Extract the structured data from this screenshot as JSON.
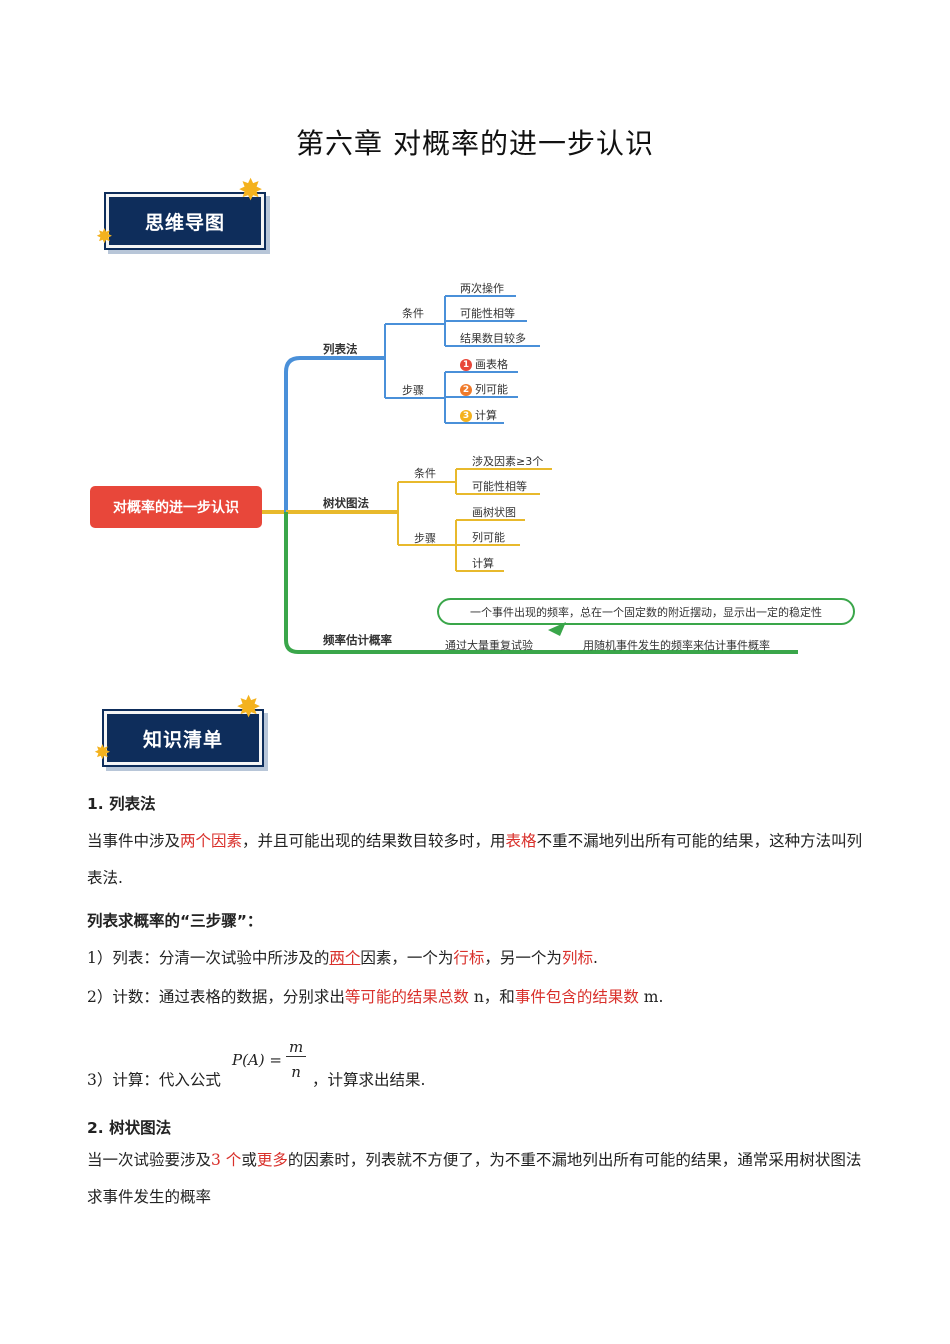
{
  "title": "第六章  对概率的进一步认识",
  "badges": {
    "mindmap": "思维导图",
    "knowledge": "知识清单"
  },
  "mindmap": {
    "root": "对概率的进一步认识",
    "branch1": {
      "label": "列表法",
      "cond_label": "条件",
      "conds": [
        "两次操作",
        "可能性相等",
        "结果数目较多"
      ],
      "steps_label": "步骤",
      "steps": [
        {
          "num": "1",
          "text": "画表格"
        },
        {
          "num": "2",
          "text": "列可能"
        },
        {
          "num": "3",
          "text": "计算"
        }
      ]
    },
    "branch2": {
      "label": "树状图法",
      "cond_label": "条件",
      "conds": [
        "涉及因素≥3个",
        "可能性相等"
      ],
      "steps_label": "步骤",
      "steps": [
        "画树状图",
        "列可能",
        "计算"
      ]
    },
    "branch3": {
      "label": "频率估计概率",
      "bubble": "一个事件出现的频率，总在一个固定数的附近摆动，显示出一定的稳定性",
      "sub1": "通过大量重复试验",
      "sub2": "用随机事件发生的频率来估计事件概率"
    }
  },
  "section1": {
    "heading": "1.  列表法",
    "p1": {
      "a": "当事件中涉及",
      "b": "两个因素",
      "c": "，并且可能出现的结果数目较多时，用",
      "d": "表格",
      "e": "不重不漏地列出所有可能的结果，这种方法叫列表法."
    },
    "sub_heading": "列表求概率的“三步骤”：",
    "step1": {
      "a": "1）列表：分清一次试验中所涉及的",
      "b": "两个",
      "c": "因素，一个为",
      "d": "行标",
      "e": "，另一个为",
      "f": "列标",
      "g": "."
    },
    "step2": {
      "a": "2）计数：通过表格的数据，分别求出",
      "b": "等可能的结果总数",
      "c": " n，和",
      "d": "事件包含的结果数",
      "e": " m."
    },
    "step3": {
      "a": "3）计算：代入公式",
      "formula_lhs": "P(A) =",
      "num": "m",
      "den": "n",
      "b": "，计算求出结果."
    }
  },
  "section2": {
    "heading": "2.  树状图法",
    "p1": {
      "a": "当一次试验要涉及",
      "b": "3 个",
      "c": "或",
      "d": "更多",
      "e": "的因素时，列表就不方便了，为不重不漏地列出所有可能的结果，通常采用树状图法求事件发生的概率"
    }
  },
  "colors": {
    "red": "#d9302b",
    "navy": "#0e2d5b",
    "blue": "#4a90d9",
    "gold": "#e8b92c",
    "green": "#3aa64a"
  }
}
